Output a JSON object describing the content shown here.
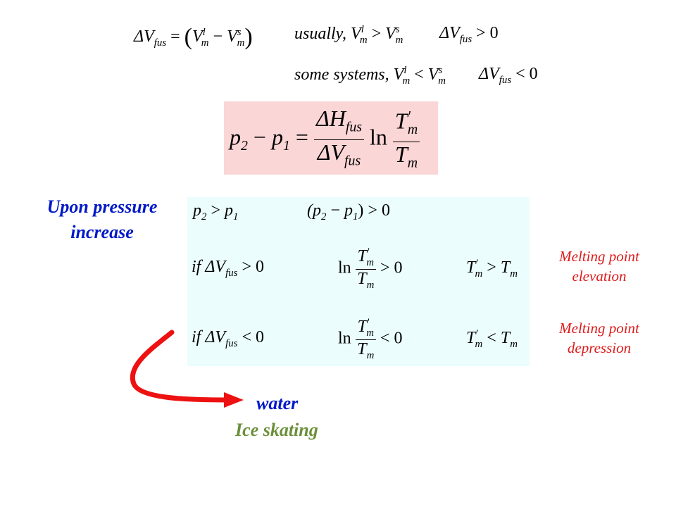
{
  "top": {
    "def_lhs": "ΔV",
    "def_sub": "fus",
    "def_eq": "=",
    "def_rhs_open": "(",
    "def_v1": "V",
    "def_v1_sub": "m",
    "def_v1_sup": "l",
    "def_minus": "−",
    "def_v2": "V",
    "def_v2_sub": "m",
    "def_v2_sup": "s",
    "def_rhs_close": ")",
    "usually_text": "usually,",
    "usually_rel": ">",
    "usually_result": "ΔV",
    "usually_result_rel": "> 0",
    "some_text": "some systems,",
    "some_rel": "<",
    "some_result_rel": "< 0"
  },
  "clapeyron": {
    "lhs": "p",
    "lhs_sub": "2",
    "minus": "−",
    "lhs2": "p",
    "lhs2_sub": "1",
    "eq": "=",
    "num": "ΔH",
    "num_sub": "fus",
    "den": "ΔV",
    "den_sub": "fus",
    "ln": "ln",
    "t_num": "T",
    "t_num_sup": "'",
    "t_num_sub": "m",
    "t_den": "T",
    "t_den_sub": "m"
  },
  "condition": {
    "heading": "Upon pressure increase",
    "row1_left": "p",
    "row1_rel": ">",
    "row1_right": "(p",
    "row1_right_tail": ") > 0",
    "if": "if",
    "gt0": "> 0",
    "lt0": "< 0",
    "ln": "ln",
    "T": "T",
    "gt": ">",
    "lt": "<"
  },
  "notes": {
    "elevation": "Melting point elevation",
    "depression": "Melting point depression"
  },
  "example": {
    "water": "water",
    "skating": "Ice skating"
  },
  "colors": {
    "pink_box": "#fbd6d6",
    "cyan_box": "#ebfdfd",
    "heading_blue": "#0018c9",
    "note_red": "#e01a1a",
    "arrow_red": "#ee1111",
    "skating_green": "#6b8f3a"
  }
}
